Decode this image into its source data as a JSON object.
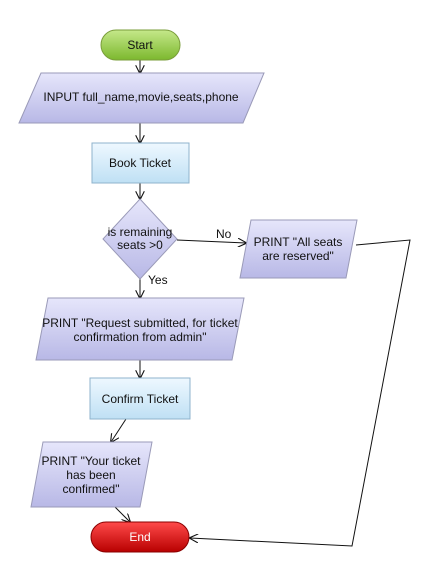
{
  "diagram": {
    "nodes": {
      "start": {
        "label": "Start",
        "shape": "terminator",
        "color": "#8dc63f"
      },
      "input": {
        "label": "INPUT full_name,movie,seats,phone",
        "shape": "parallelogram",
        "color": "#c8c8ef"
      },
      "book": {
        "label": "Book Ticket",
        "shape": "process",
        "color": "#cfe8f7"
      },
      "decision": {
        "line1": "is remaining",
        "line2": "seats >0",
        "shape": "decision",
        "color": "#c8c8ef"
      },
      "print_reserved": {
        "line1": "PRINT \"All seats",
        "line2": "are reserved\"",
        "shape": "parallelogram",
        "color": "#c8c8ef"
      },
      "print_request": {
        "line1": "PRINT \"Request submitted, for ticket",
        "line2": "confirmation from admin\"",
        "shape": "parallelogram",
        "color": "#c8c8ef"
      },
      "confirm": {
        "label": "Confirm Ticket",
        "shape": "process",
        "color": "#cfe8f7"
      },
      "print_confirmed": {
        "line1": "PRINT \"Your ticket",
        "line2": "has been",
        "line3": "confirmed\"",
        "shape": "parallelogram",
        "color": "#c8c8ef"
      },
      "end": {
        "label": "End",
        "shape": "terminator",
        "color": "#d50000"
      }
    },
    "edge_labels": {
      "no": "No",
      "yes": "Yes"
    }
  }
}
